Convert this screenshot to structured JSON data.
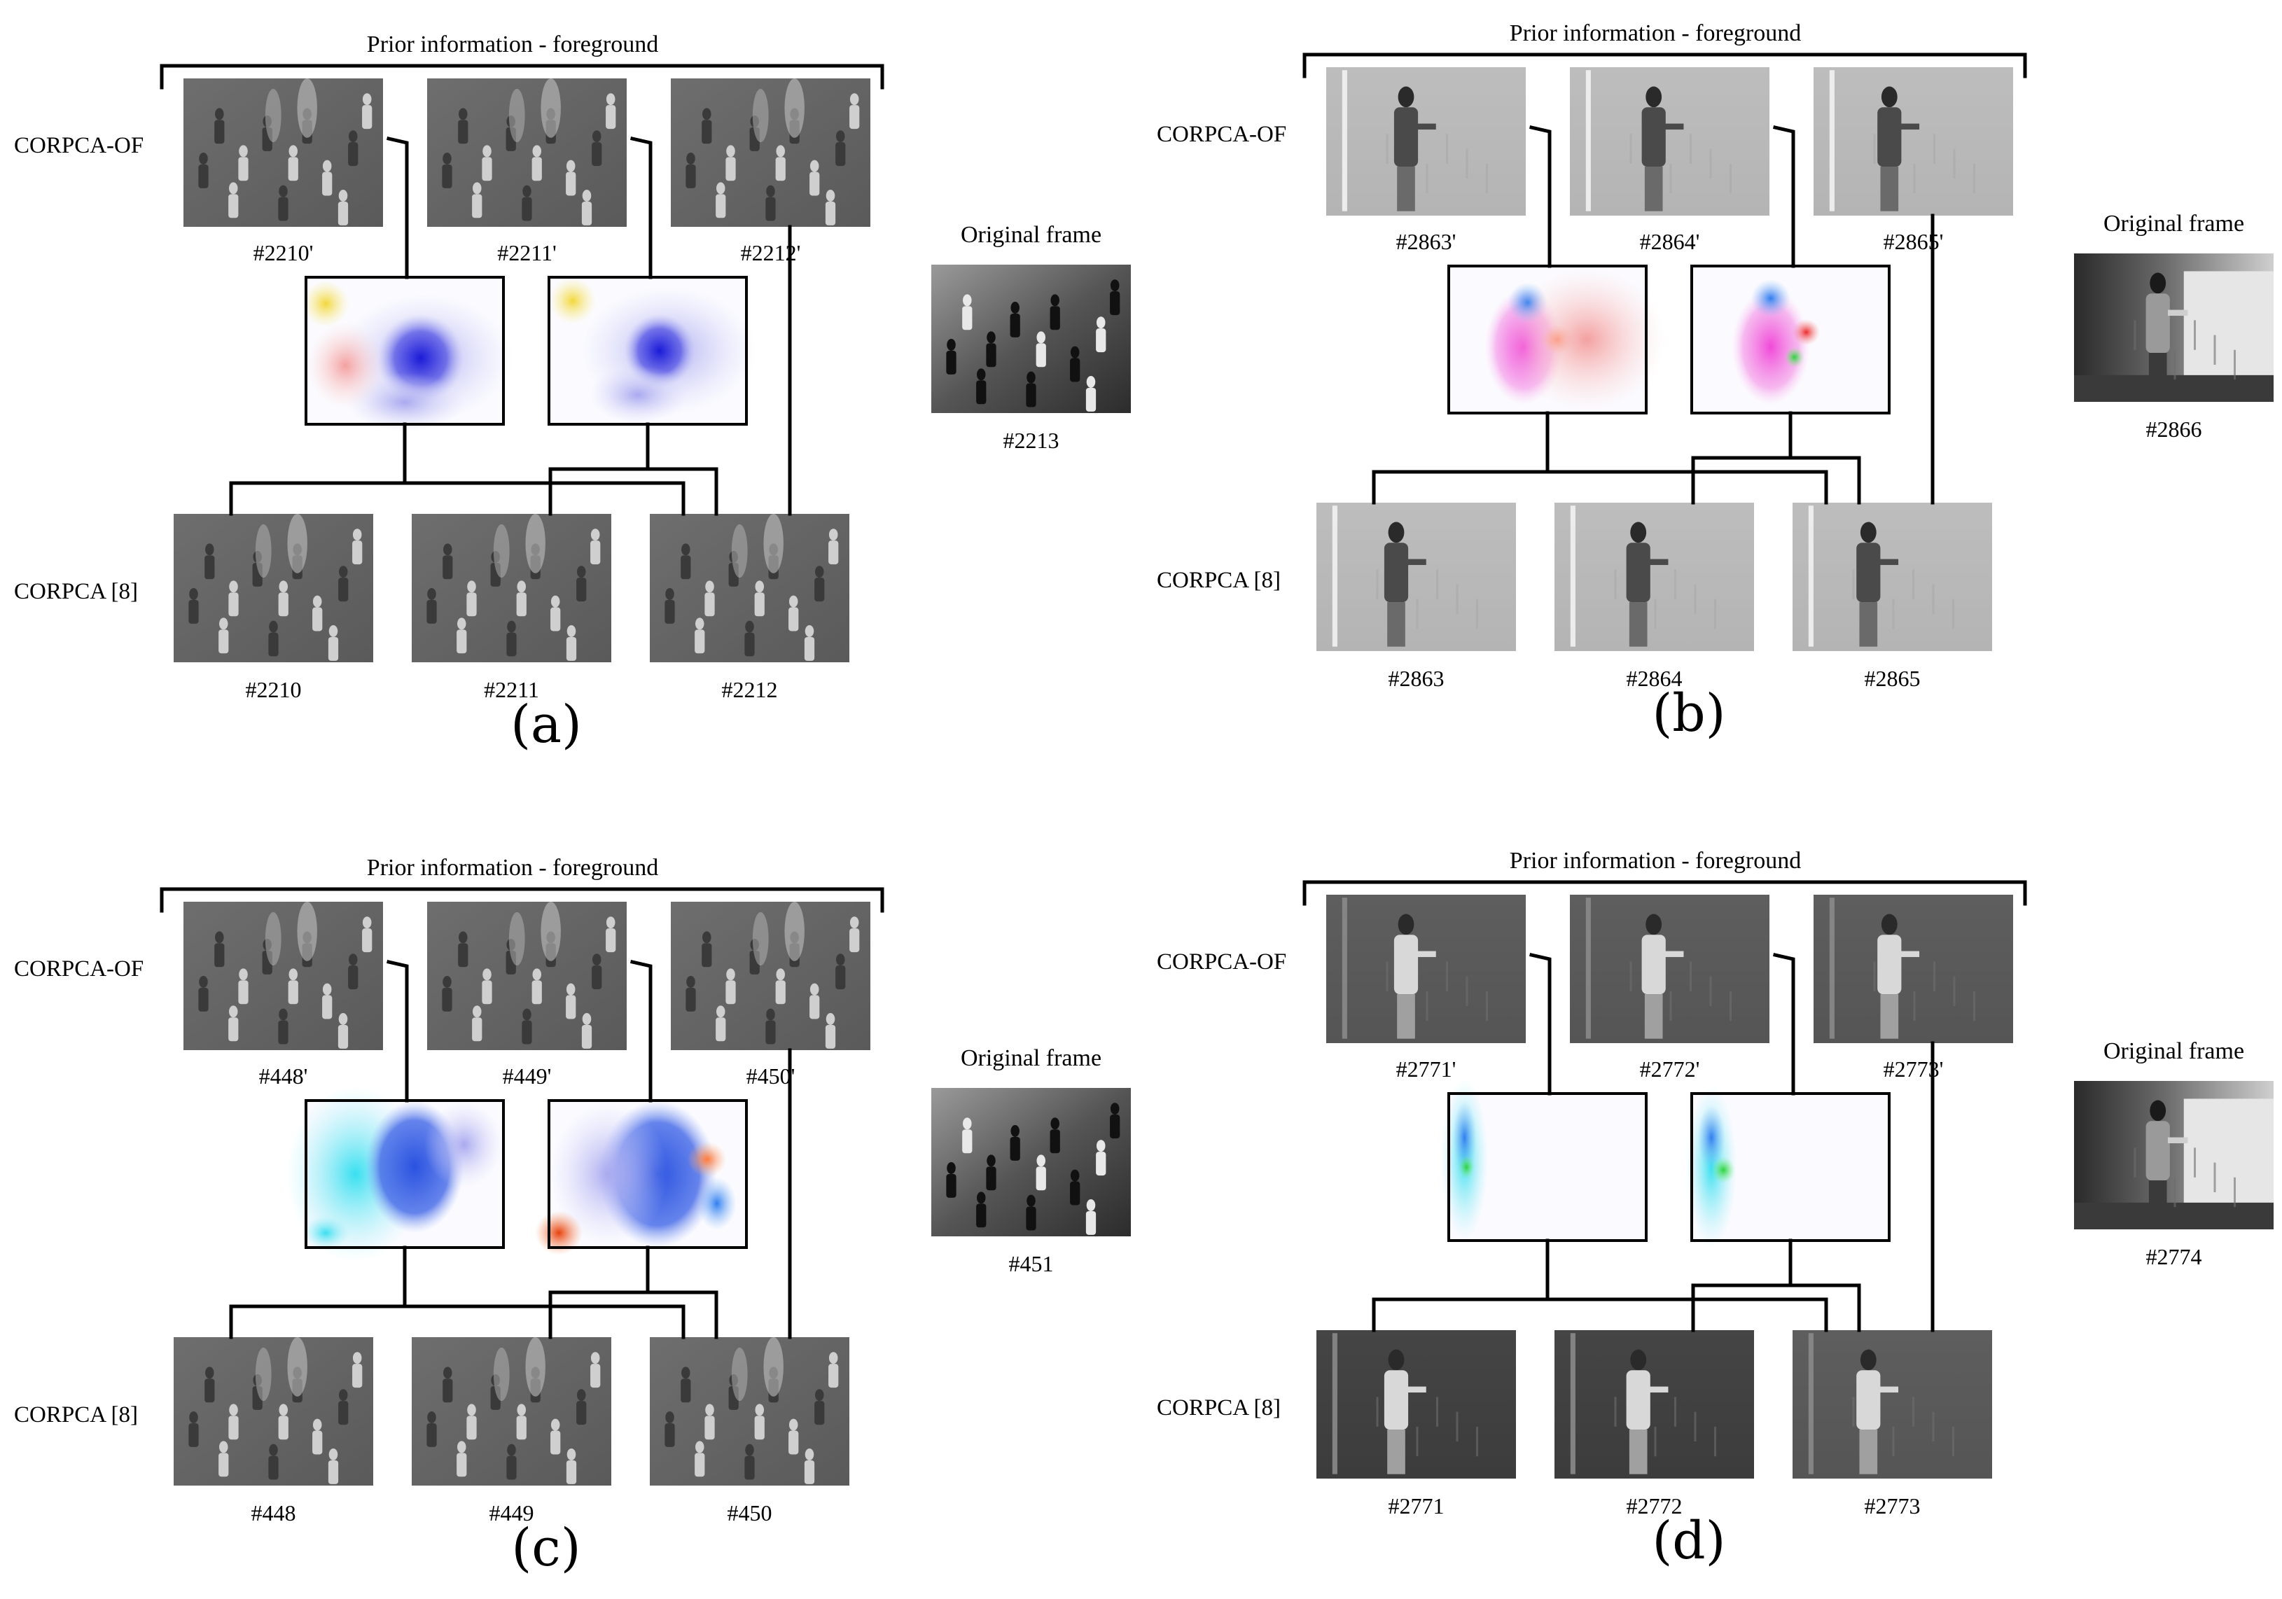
{
  "panels": [
    {
      "id": "a",
      "caption": "(a)",
      "prior_title": "Prior information - foreground",
      "row_top_label": "CORPCA-OF",
      "row_bottom_label": "CORPCA [8]",
      "top_frames": [
        "#2210'",
        "#2211'",
        "#2212'"
      ],
      "bottom_frames": [
        "#2210",
        "#2211",
        "#2212"
      ],
      "original_title": "Original frame",
      "original_frame": "#2213",
      "scene": "crowd",
      "flows": [
        "a1",
        "a2"
      ]
    },
    {
      "id": "b",
      "caption": "(b)",
      "prior_title": "Prior information - foreground",
      "row_top_label": "CORPCA-OF",
      "row_bottom_label": "CORPCA [8]",
      "top_frames": [
        "#2863'",
        "#2864'",
        "#2865'"
      ],
      "bottom_frames": [
        "#2863",
        "#2864",
        "#2865"
      ],
      "original_title": "Original frame",
      "original_frame": "#2866",
      "scene": "room-light",
      "flows": [
        "b1",
        "b2"
      ]
    },
    {
      "id": "c",
      "caption": "(c)",
      "prior_title": "Prior information - foreground",
      "row_top_label": "CORPCA-OF",
      "row_bottom_label": "CORPCA [8]",
      "top_frames": [
        "#448'",
        "#449'",
        "#450'"
      ],
      "bottom_frames": [
        "#448",
        "#449",
        "#450"
      ],
      "original_title": "Original frame",
      "original_frame": "#451",
      "scene": "crowd",
      "flows": [
        "c1",
        "c2"
      ]
    },
    {
      "id": "d",
      "caption": "(d)",
      "prior_title": "Prior information - foreground",
      "row_top_label": "CORPCA-OF",
      "row_bottom_label": "CORPCA [8]",
      "top_frames": [
        "#2771'",
        "#2772'",
        "#2773'"
      ],
      "bottom_frames": [
        "#2771",
        "#2772",
        "#2773"
      ],
      "original_title": "Original frame",
      "original_frame": "#2774",
      "scene": "room-dark",
      "flows": [
        "d1",
        "d2"
      ]
    }
  ]
}
